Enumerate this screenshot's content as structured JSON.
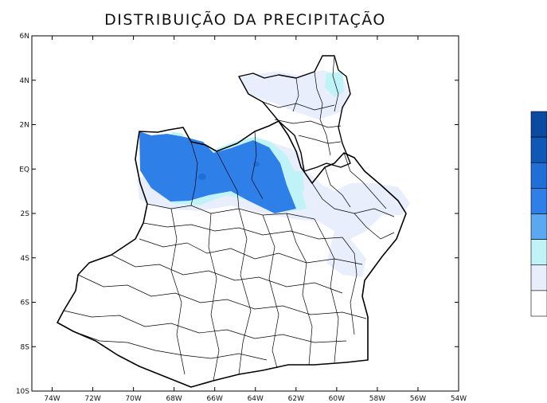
{
  "map": {
    "title": "DISTRIBUIÇÃO DA PRECIPITAÇÃO",
    "lat_ticks": [
      {
        "label": "6N",
        "value": 6
      },
      {
        "label": "4N",
        "value": 4
      },
      {
        "label": "2N",
        "value": 2
      },
      {
        "label": "EQ",
        "value": 0
      },
      {
        "label": "2S",
        "value": -2
      },
      {
        "label": "4S",
        "value": -4
      },
      {
        "label": "6S",
        "value": -6
      },
      {
        "label": "8S",
        "value": -8
      },
      {
        "label": "10S",
        "value": -10
      }
    ],
    "lon_ticks": [
      {
        "label": "74W",
        "value": -74
      },
      {
        "label": "72W",
        "value": -72
      },
      {
        "label": "70W",
        "value": -70
      },
      {
        "label": "68W",
        "value": -68
      },
      {
        "label": "66W",
        "value": -66
      },
      {
        "label": "64W",
        "value": -64
      },
      {
        "label": "62W",
        "value": -62
      },
      {
        "label": "60W",
        "value": -60
      },
      {
        "label": "58W",
        "value": -58
      },
      {
        "label": "56W",
        "value": -56
      },
      {
        "label": "54W",
        "value": -54
      }
    ],
    "lon_range": [
      -75,
      -54
    ],
    "lat_range": [
      -10,
      6
    ],
    "colors": {
      "level_1": "#e8eefb",
      "level_2": "#bff3f7",
      "level_3": "#5aa8f0",
      "level_4": "#2e7fe8",
      "level_5": "#1f6fd6",
      "level_6": "#0f58b6",
      "level_7": "#0a4aa0",
      "boundary": "#000000"
    },
    "legend_colors": [
      "#0a4aa0",
      "#0f58b6",
      "#1f6fd6",
      "#2e7fe8",
      "#5aa8f0",
      "#bff3f7",
      "#e8eefb",
      "#ffffff"
    ]
  }
}
